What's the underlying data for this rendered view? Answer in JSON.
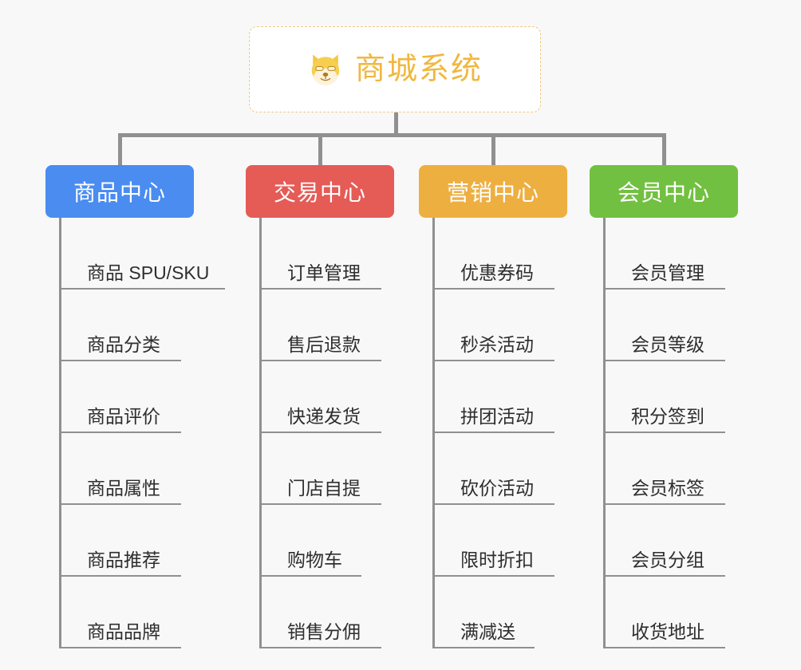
{
  "background_color": "#f8f8f8",
  "connector_color": "#909090",
  "root": {
    "icon": "shiba-dog-face-icon",
    "label": "商城系统",
    "text_color": "#f0b73f",
    "border_color": "#f0c880",
    "background": "#ffffff"
  },
  "categories": [
    {
      "id": "product-center",
      "label": "商品中心",
      "color": "#4a8cf0",
      "items": [
        {
          "label": "商品 SPU/SKU",
          "width": "wide"
        },
        {
          "label": "商品分类",
          "width": "normal"
        },
        {
          "label": "商品评价",
          "width": "normal"
        },
        {
          "label": "商品属性",
          "width": "normal"
        },
        {
          "label": "商品推荐",
          "width": "normal"
        },
        {
          "label": "商品品牌",
          "width": "normal"
        }
      ]
    },
    {
      "id": "trade-center",
      "label": "交易中心",
      "color": "#e55b56",
      "items": [
        {
          "label": "订单管理",
          "width": "normal"
        },
        {
          "label": "售后退款",
          "width": "normal"
        },
        {
          "label": "快递发货",
          "width": "normal"
        },
        {
          "label": "门店自提",
          "width": "normal"
        },
        {
          "label": "购物车",
          "width": "narrow"
        },
        {
          "label": "销售分佣",
          "width": "normal"
        }
      ]
    },
    {
      "id": "marketing-center",
      "label": "营销中心",
      "color": "#eeaf41",
      "items": [
        {
          "label": "优惠券码",
          "width": "normal"
        },
        {
          "label": "秒杀活动",
          "width": "normal"
        },
        {
          "label": "拼团活动",
          "width": "normal"
        },
        {
          "label": "砍价活动",
          "width": "normal"
        },
        {
          "label": "限时折扣",
          "width": "normal"
        },
        {
          "label": "满减送",
          "width": "narrow"
        }
      ]
    },
    {
      "id": "member-center",
      "label": "会员中心",
      "color": "#72c041",
      "items": [
        {
          "label": "会员管理",
          "width": "normal"
        },
        {
          "label": "会员等级",
          "width": "normal"
        },
        {
          "label": "积分签到",
          "width": "normal"
        },
        {
          "label": "会员标签",
          "width": "normal"
        },
        {
          "label": "会员分组",
          "width": "normal"
        },
        {
          "label": "收货地址",
          "width": "normal"
        }
      ]
    }
  ]
}
